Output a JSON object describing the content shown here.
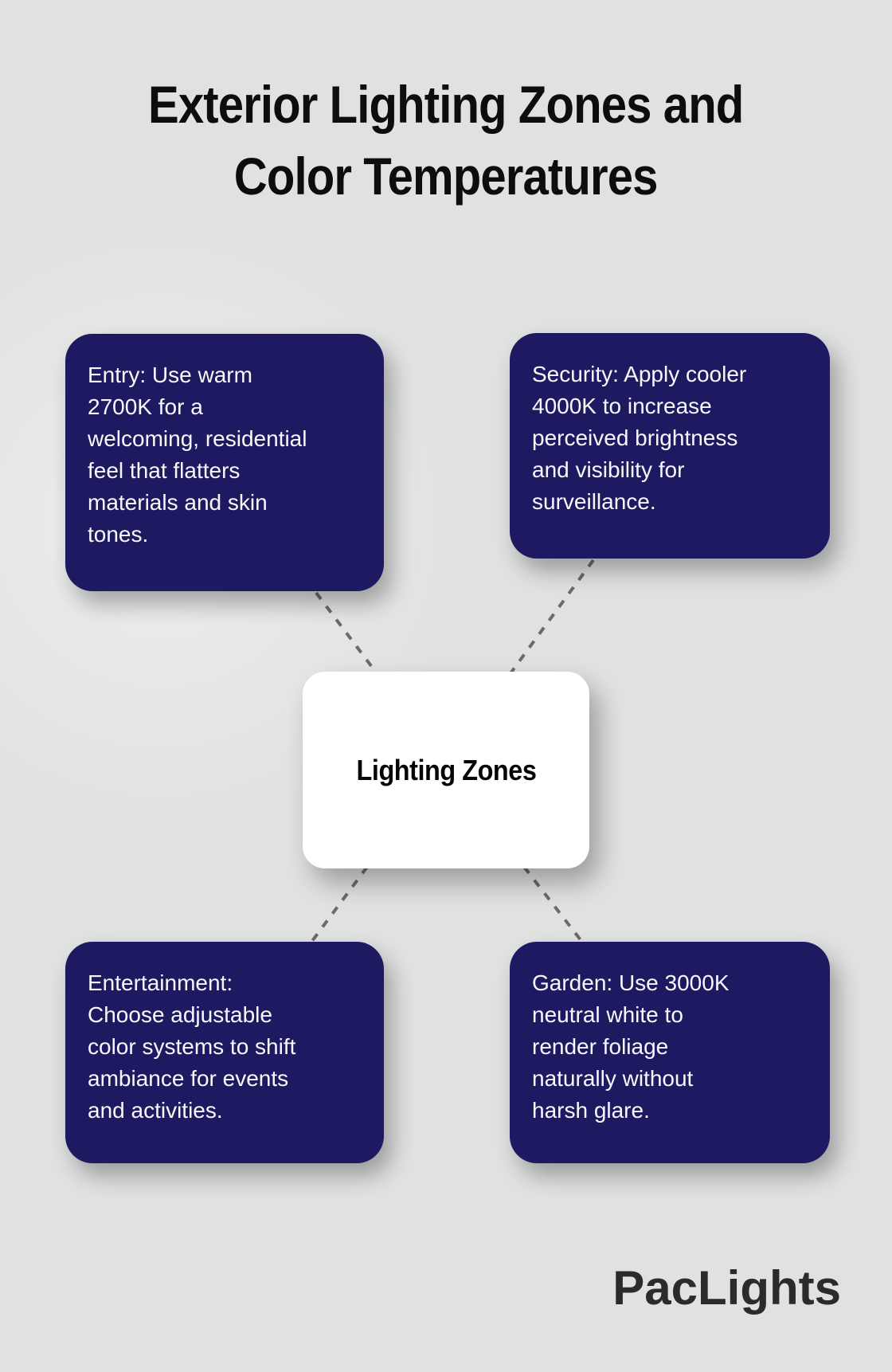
{
  "title": "Exterior Lighting Zones and\nColor Temperatures",
  "center_node": {
    "label": "Lighting Zones"
  },
  "zones": [
    {
      "name": "entry",
      "text": "Entry: Use warm\n2700K for a\nwelcoming, residential\nfeel that flatters\nmaterials and skin\ntones."
    },
    {
      "name": "security",
      "text": "Security: Apply cooler\n4000K to increase\nperceived brightness\nand visibility for\nsurveillance."
    },
    {
      "name": "entertainment",
      "text": "Entertainment:\nChoose adjustable\ncolor systems to shift\nambiance for events\nand activities."
    },
    {
      "name": "garden",
      "text": "Garden: Use 3000K\nneutral white to\nrender foliage\nnaturally without\nharsh glare."
    }
  ],
  "brand": {
    "logo_text": "PacLights"
  },
  "colors": {
    "background": "#e0e1e1",
    "node_fill": "#1d1a62",
    "node_text": "#f8f8fa",
    "center_fill": "#ffffff",
    "center_text": "#050505",
    "connector": "#6b6b6b",
    "title_text": "#0d0d0d",
    "logo_text": "#2b2b2b"
  }
}
